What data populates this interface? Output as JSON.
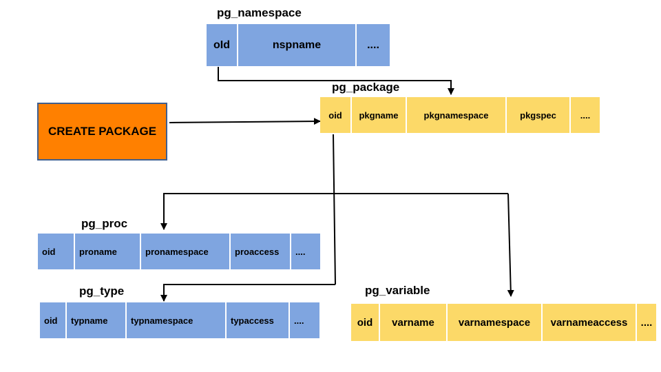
{
  "colors": {
    "blue_table": "#7fa5e0",
    "yellow_table": "#fcd968",
    "action_box": "#ff8000",
    "action_border": "#3f5f8f"
  },
  "create_package": {
    "label": "CREATE PACKAGE"
  },
  "pg_namespace": {
    "title": "pg_namespace",
    "columns": [
      "oId",
      "nspname",
      "...."
    ]
  },
  "pg_package": {
    "title": "pg_package",
    "columns": [
      "oid",
      "pkgname",
      "pkgnamespace",
      "pkgspec",
      "...."
    ]
  },
  "pg_proc": {
    "title": "pg_proc",
    "columns": [
      "oid",
      "proname",
      "pronamespace",
      "proaccess",
      "...."
    ]
  },
  "pg_type": {
    "title": "pg_type",
    "columns": [
      "oid",
      "typname",
      "typnamespace",
      "typaccess",
      "...."
    ]
  },
  "pg_variable": {
    "title": "pg_variable",
    "columns": [
      "oid",
      "varname",
      "varnamespace",
      "varnameaccess",
      "...."
    ]
  }
}
